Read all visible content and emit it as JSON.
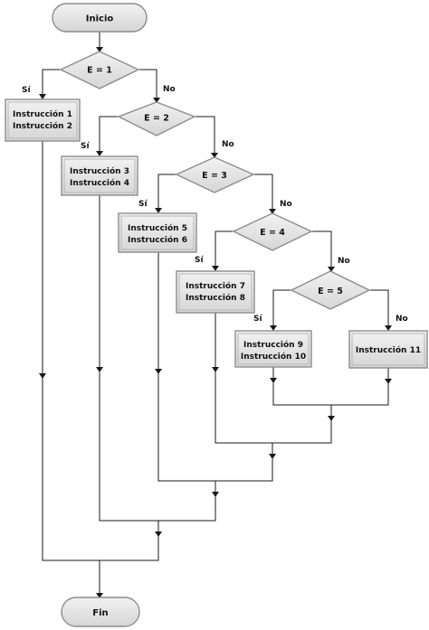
{
  "flowchart": {
    "start_label": "Inicio",
    "end_label": "Fin",
    "decisions": [
      {
        "id": "d1",
        "label": "E = 1"
      },
      {
        "id": "d2",
        "label": "E = 2"
      },
      {
        "id": "d3",
        "label": "E = 3"
      },
      {
        "id": "d4",
        "label": "E = 4"
      },
      {
        "id": "d5",
        "label": "E = 5"
      }
    ],
    "processes": [
      {
        "id": "p1",
        "lines": [
          "Instrucción 1",
          "Instrucción 2"
        ]
      },
      {
        "id": "p2",
        "lines": [
          "Instrucción 3",
          "Instrucción 4"
        ]
      },
      {
        "id": "p3",
        "lines": [
          "Instrucción 5",
          "Instrucción 6"
        ]
      },
      {
        "id": "p4",
        "lines": [
          "Instrucción 7",
          "Instrucción 8"
        ]
      },
      {
        "id": "p5",
        "lines": [
          "Instrucción 9",
          "Instrucción 10"
        ]
      },
      {
        "id": "p6",
        "lines": [
          "Instrucción 11"
        ]
      }
    ],
    "yes_label": "Sí",
    "no_label": "No"
  }
}
